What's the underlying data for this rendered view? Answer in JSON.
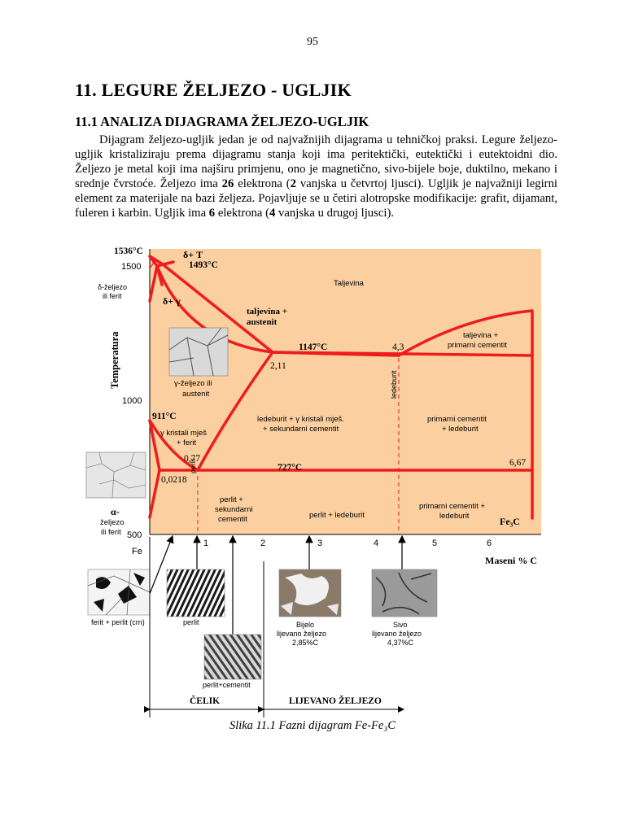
{
  "page": {
    "number": "95",
    "chapter_title": "11. LEGURE ŽELJEZO - UGLJIK",
    "section_title": "11.1 ANALIZA DIJAGRAMA ŽELJEZO-UGLJIK",
    "paragraph": {
      "p1": "Dijagram željezo-ugljik jedan je od najvažnijih dijagrama u tehničkoj praksi. Legure željezo-ugljik kristaliziraju prema dijagramu stanja koji ima peritektički, eutektički i eutektoidni dio. Željezo je metal koji ima najširu primjenu, ono je magnetično, sivo-bijele boje, duktilno, mekano i srednje čvrstoće. Željezo ima ",
      "b1": "26",
      "p2": " elektrona (",
      "b2": "2",
      "p3": " vanjska u četvrtoj ljusci). Ugljik je najvažniji legirni element za materijale na bazi željeza. Pojavljuje se u četiri alotropske modifikacije: grafit, dijamant, fuleren i karbin. Ugljik ima ",
      "b3": "6",
      "p4": " elektrona (",
      "b4": "4",
      "p5": " vanjska u drugoj ljusci)."
    },
    "caption": "Slika 11.1 Fazni dijagram Fe-Fe₃C"
  },
  "figure": {
    "colors": {
      "background": "#fbcf9f",
      "line": "#ee1c1c"
    },
    "y_axis_label": "Temperatura",
    "x_axis_label": "Maseni % C",
    "x_origin_label": "Fe",
    "y_ticks": [
      "1500",
      "1000",
      "500"
    ],
    "x_ticks": [
      "1",
      "2",
      "3",
      "4",
      "5",
      "6"
    ],
    "points": {
      "t1536": "1536°C",
      "t1493": "1493°C",
      "t1147": "1147°C",
      "t911": "911°C",
      "t727": "727°C",
      "c211": "2,11",
      "c43": "4,3",
      "c077": "0,77",
      "c0218": "0,0218",
      "c667": "6,67",
      "fe3c": "Fe₃C"
    },
    "regions": {
      "delta_T": "δ+ T",
      "delta_gamma": "δ+ γ",
      "delta_iron": "δ-željezo",
      "delta_iron_2": "ili ferit",
      "liquid": "Taljevina",
      "liquid_austenite_1": "taljevina +",
      "liquid_austenite_2": "austenit",
      "liquid_cementite_1": "taljevina +",
      "liquid_cementite_2": "primarni cementit",
      "gamma_iron_1": "γ-željezo ili",
      "gamma_iron_2": "austenit",
      "ledeburit_vertical": "ledeburit",
      "ledeburit_gamma_1": "ledeburit + γ kristali mješ.",
      "ledeburit_gamma_2": "+ sekundarni cementit",
      "prim_cem_ledeburit_1": "primarni cementit",
      "prim_cem_ledeburit_2": "+ ledeburit",
      "gamma_ferit_1": "γ kristali mješ",
      "gamma_ferit_2": "+ ferit",
      "perlit_vertical": "perlit",
      "perlit_sek_1": "perlit +",
      "perlit_sek_2": "sekundarni",
      "perlit_sek_3": "cementit",
      "perlit_ledeburit": "perlit + ledeburit",
      "prim_cem_ledeburit_low_1": "primarni cementit +",
      "prim_cem_ledeburit_low_2": "ledeburit",
      "alpha_1": "α-",
      "alpha_2": "željezo",
      "alpha_3": "ili ferit"
    },
    "micrographs": {
      "ferit_perlit": "ferit + perlit (crn)",
      "perlit": "perlit",
      "perlit_cementit": "perlit+cementit",
      "bijelo_1": "Bijelo",
      "bijelo_2": "lijevano željezo",
      "bijelo_3": "2,85%C",
      "sivo_1": "Sivo",
      "sivo_2": "lijevano željezo",
      "sivo_3": "4,37%C"
    },
    "brackets": {
      "celik": "ČELIK",
      "lijevano": "LIJEVANO ŽELJEZO"
    }
  }
}
